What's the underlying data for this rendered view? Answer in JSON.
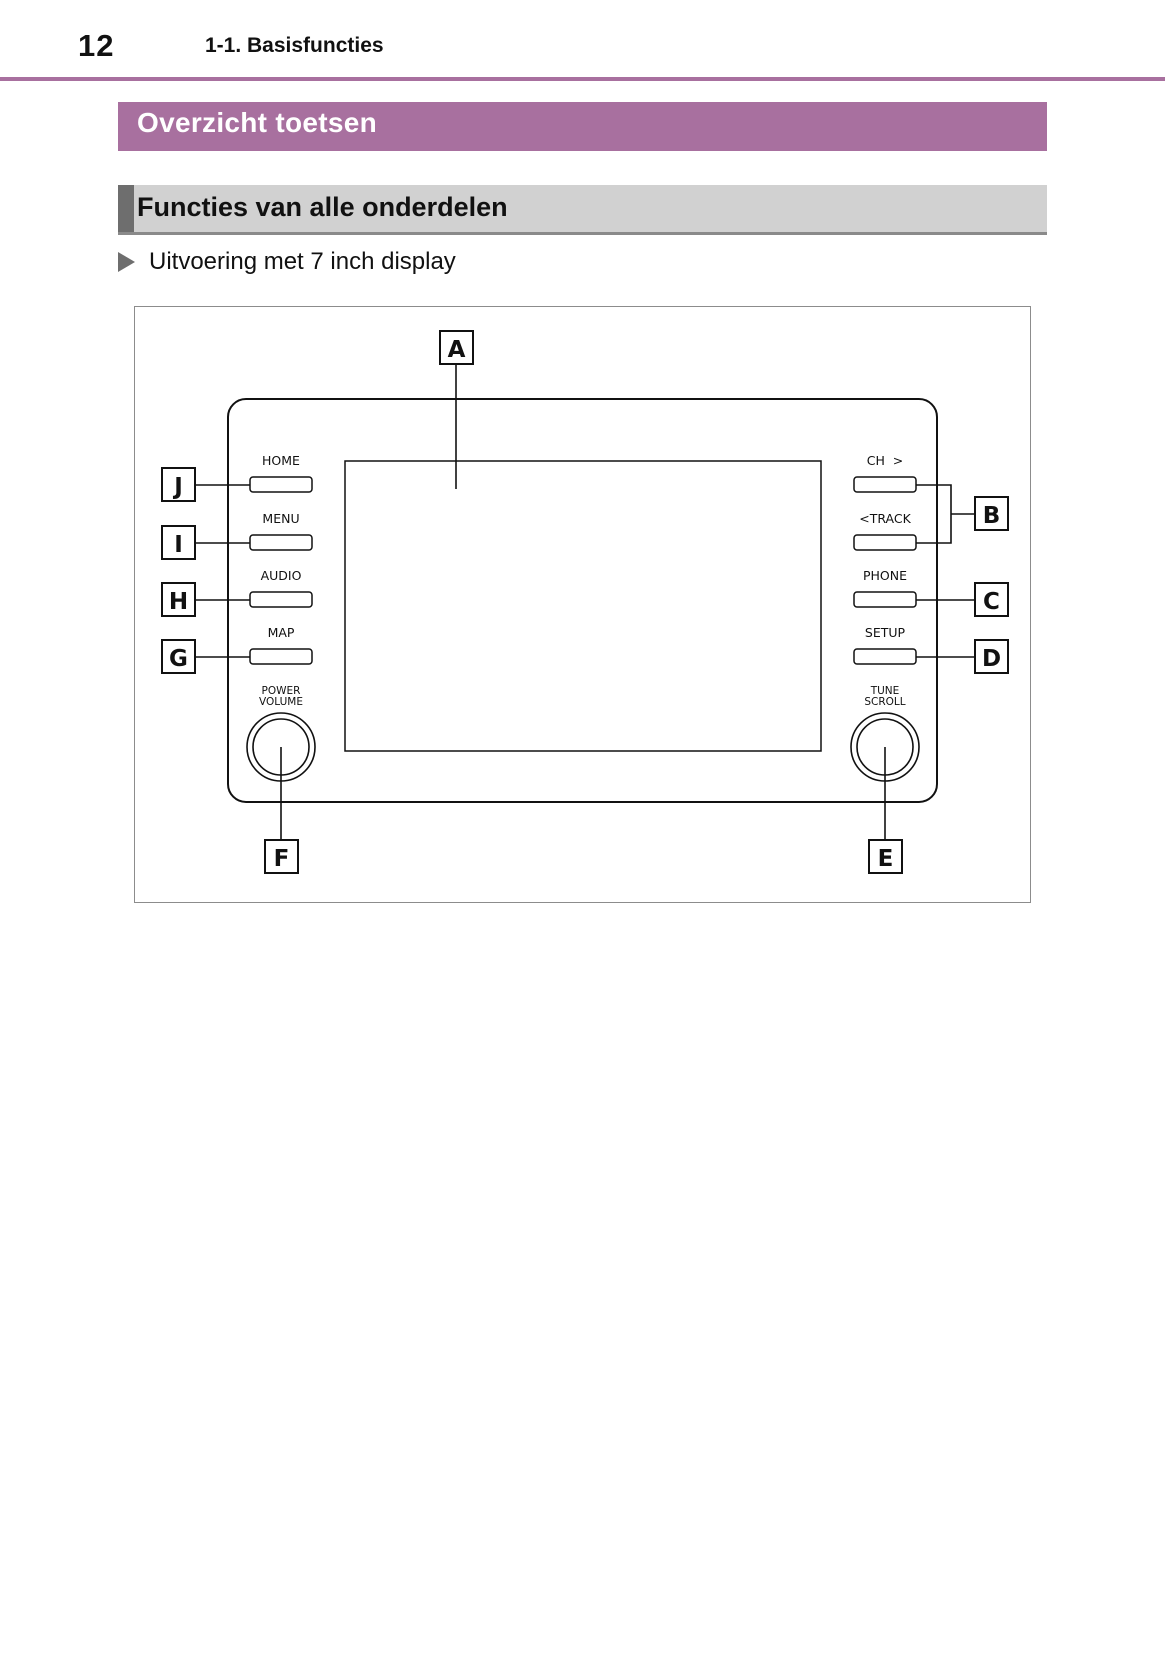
{
  "header": {
    "page_number": "12",
    "section_ref": "1-1. Basisfuncties"
  },
  "title_bar": {
    "text": "Overzicht toetsen"
  },
  "subtitle_bar": {
    "text": "Functies van alle onderdelen"
  },
  "variant": {
    "text": "Uitvoering met 7 inch display"
  },
  "colors": {
    "accent_purple": "#a8709f",
    "subtitle_gray": "#d1d1d1",
    "accent_dark_gray": "#6e6e6e"
  },
  "figure": {
    "buttons_left": [
      "HOME",
      "MENU",
      "AUDIO",
      "MAP"
    ],
    "buttons_right": [
      "CH  >",
      "<TRACK",
      "PHONE",
      "SETUP"
    ],
    "knob_left": [
      "POWER",
      "VOLUME"
    ],
    "knob_right": [
      "TUNE",
      "SCROLL"
    ],
    "callouts": {
      "a": "A",
      "b": "B",
      "c": "C",
      "d": "D",
      "e": "E",
      "f": "F",
      "g": "G",
      "h": "H",
      "i": "I",
      "j": "J"
    }
  }
}
